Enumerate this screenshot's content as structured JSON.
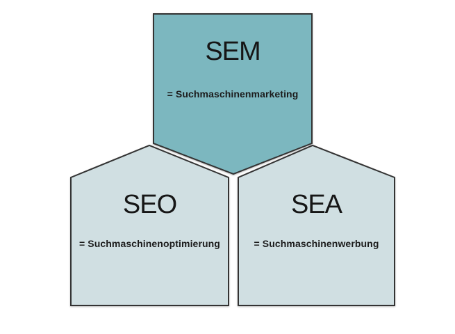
{
  "canvas": {
    "background": "#ffffff"
  },
  "diagram": {
    "border_color": "#333333",
    "text_color": "#1c1c1c",
    "nodes": [
      {
        "id": "sem",
        "title": "SEM",
        "subtitle": "= Suchmaschinenmarketing",
        "fill": "#7cb7bf",
        "direction": "down"
      },
      {
        "id": "seo",
        "title": "SEO",
        "subtitle": "= Suchmaschinenoptimierung",
        "fill": "#d0dfe2",
        "direction": "up"
      },
      {
        "id": "sea",
        "title": "SEA",
        "subtitle": "= Suchmaschinenwerbung",
        "fill": "#d0dfe2",
        "direction": "up"
      }
    ]
  }
}
